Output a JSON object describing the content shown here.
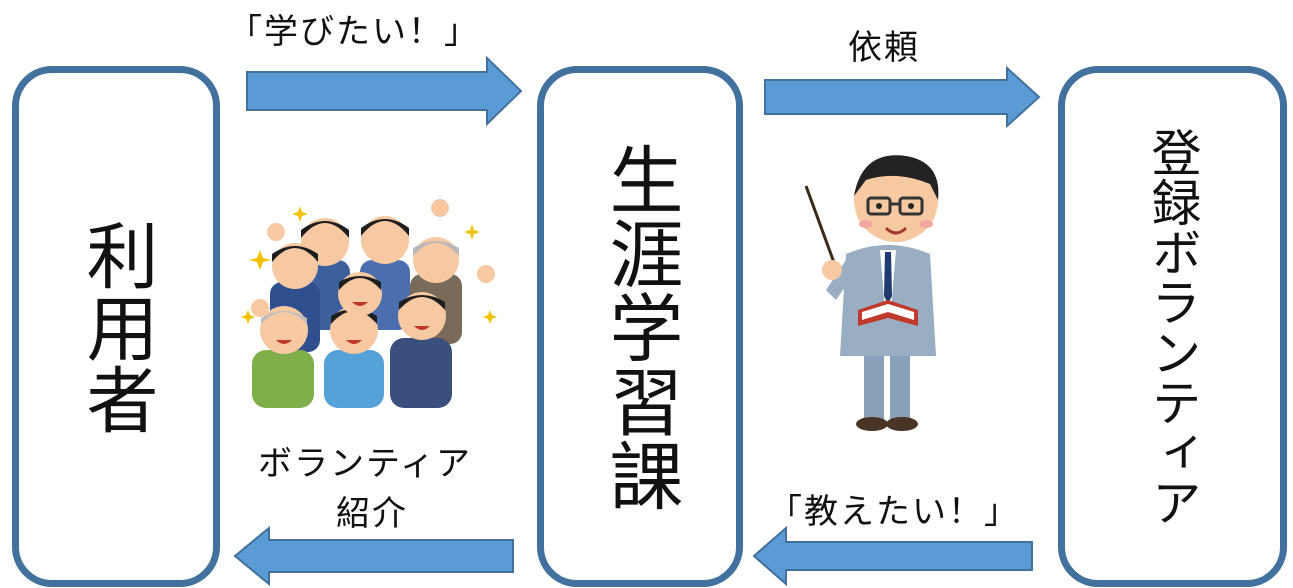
{
  "boxes": {
    "user": "利用者",
    "lifelong_learning": "生涯学習課",
    "volunteer": "登録ボランティア"
  },
  "labels": {
    "want_to_learn": "「学びたい！」",
    "request": "依頼",
    "want_to_teach": "「教えたい！」",
    "volunteer_intro_line1": "ボランティア",
    "volunteer_intro_line2": "紹介"
  },
  "colors": {
    "box_border": "#41719c",
    "arrow_fill": "#5b9bd5",
    "arrow_stroke": "#41719c"
  },
  "icons": [
    "group-of-people-illustration",
    "teacher-with-pointer-illustration"
  ]
}
